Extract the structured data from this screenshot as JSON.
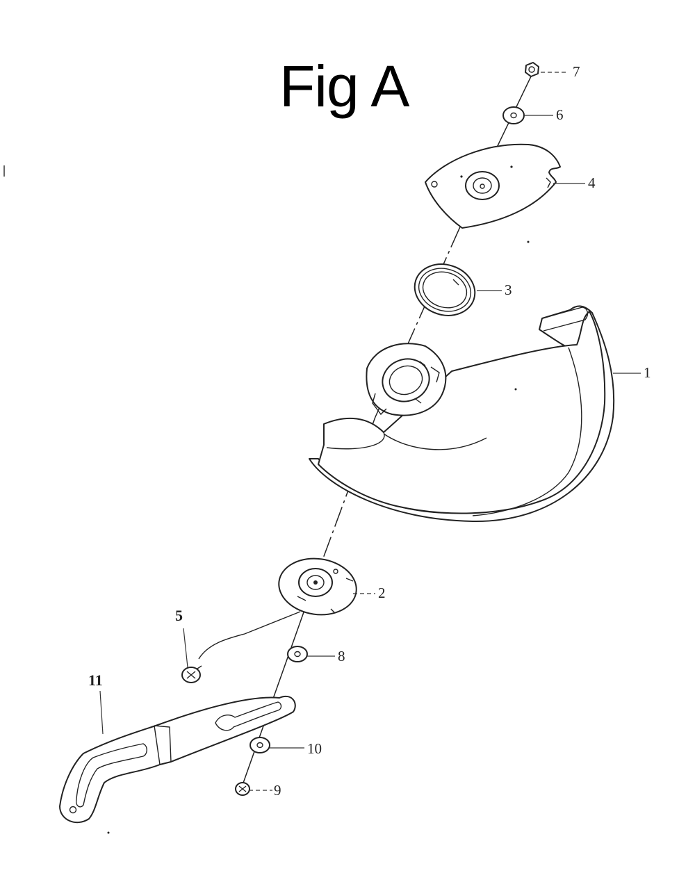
{
  "figure": {
    "title": "Fig A",
    "callouts": [
      {
        "id": "c1",
        "label": "1"
      },
      {
        "id": "c2",
        "label": "2"
      },
      {
        "id": "c3",
        "label": "3"
      },
      {
        "id": "c4",
        "label": "4"
      },
      {
        "id": "c5",
        "label": "5"
      },
      {
        "id": "c6",
        "label": "6"
      },
      {
        "id": "c7",
        "label": "7"
      },
      {
        "id": "c8",
        "label": "8"
      },
      {
        "id": "c9",
        "label": "9"
      },
      {
        "id": "c10",
        "label": "10"
      },
      {
        "id": "c11",
        "label": "11"
      }
    ]
  }
}
